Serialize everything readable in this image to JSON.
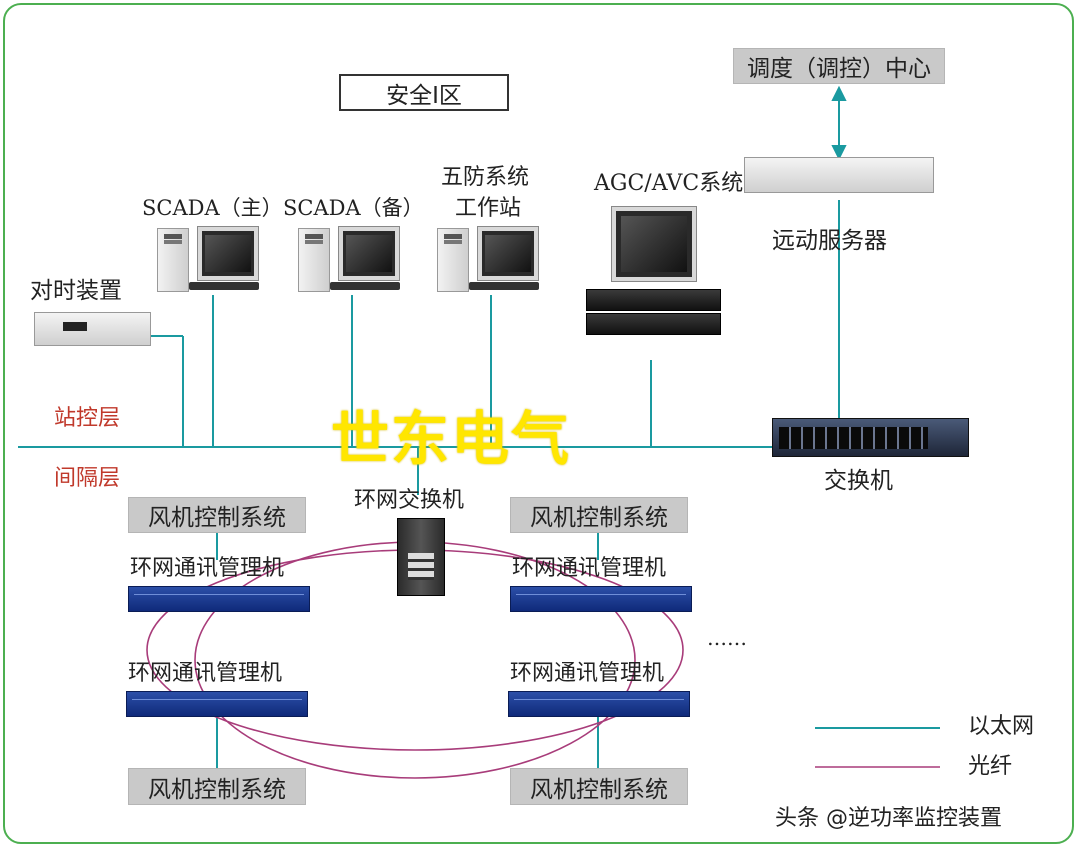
{
  "zone_label": "安全I区",
  "dispatch_center": "调度（调控）中心",
  "telecontrol_server": "远动服务器",
  "agc_avc": "AGC/AVC系统",
  "scada_main": "SCADA（主）",
  "scada_backup": "SCADA（备）",
  "wufang_line1": "五防系统",
  "wufang_line2": "工作站",
  "time_sync": "对时装置",
  "station_layer": "站控层",
  "bay_layer": "间隔层",
  "main_switch": "交换机",
  "ring_switch": "环网交换机",
  "watermark": "世东电气",
  "fan_control_systems": [
    "风机控制系统",
    "风机控制系统",
    "风机控制系统",
    "风机控制系统"
  ],
  "ring_managers": [
    "环网通讯管理机",
    "环网通讯管理机",
    "环网通讯管理机",
    "环网通讯管理机"
  ],
  "ellipsis": "……",
  "legend": {
    "ethernet": "以太网",
    "fiber": "光纤"
  },
  "colors": {
    "ethernet": "#1a9aa0",
    "fiber": "#a83c7a",
    "frame": "#4caf50",
    "layer_label": "#c0392b",
    "watermark": "#ffe600"
  },
  "credit": "头条 @逆功率监控装置"
}
